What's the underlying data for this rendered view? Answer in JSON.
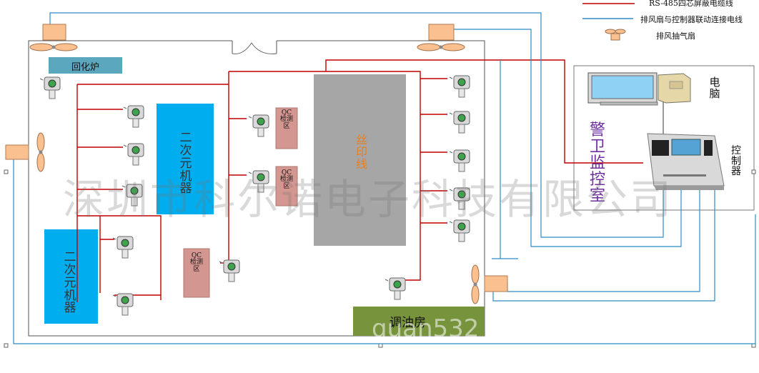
{
  "legend": {
    "rs485_label": "RS-485四芯屏蔽电缆线",
    "fan_link_label": "排风扇与控制器联动连接电线",
    "fan_label": "排风抽气扇",
    "rs485_color": "#c00000",
    "fan_link_color": "#2e8bc0"
  },
  "rooms": {
    "furnace": "回化炉",
    "machine_top": "二次元机器",
    "machine_left": "二次元机器",
    "qc_1": "QC检测区",
    "qc_2": "QC检测区",
    "qc_3": "QC检测区",
    "print_line": "丝印线",
    "oil_room": "调油房",
    "guard_room": "警卫监控室",
    "computer": "电脑",
    "controller": "控制器"
  },
  "colors": {
    "furnace_fill": "#5ba7be",
    "machine_fill": "#00aeef",
    "qc_fill": "#d49690",
    "print_fill": "#a6a6a6",
    "print_text": "#e87f1e",
    "oil_fill": "#77933c",
    "guard_text": "#7030a0",
    "fan_fill": "#fac090"
  },
  "icons": [
    "gas-detector-icon",
    "exhaust-fan-icon",
    "computer-icon",
    "controller-icon"
  ],
  "watermark": {
    "company": "深圳市科尔诺电子科技有限公司",
    "handle": "quan532"
  }
}
